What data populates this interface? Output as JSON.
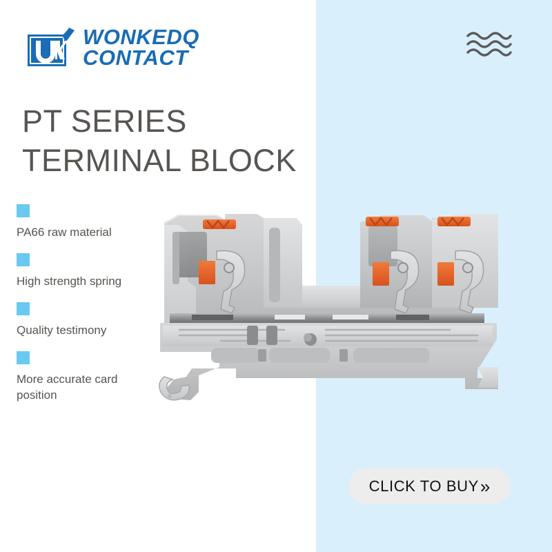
{
  "brand": {
    "logo_mark_icon": "uk-shield-icon",
    "logo_line1": "WONKEDQ",
    "logo_line2": "CONTACT",
    "logo_color": "#1a6cb5"
  },
  "decor": {
    "wave_icon": "wave-lines-icon",
    "wave_color": "#5b5b5b",
    "background_left_color": "#ffffff",
    "background_right_color": "#daeffc"
  },
  "headline": {
    "line1": "PT SERIES",
    "line2": "TERMINAL BLOCK",
    "color": "#575451"
  },
  "features": {
    "bullet_color": "#6ac9f0",
    "items": [
      {
        "text": "PA66 raw material"
      },
      {
        "text": "High strength spring"
      },
      {
        "text": "Quality testimony"
      },
      {
        "text": "More accurate card position"
      }
    ]
  },
  "product": {
    "alt": "PT series push-in spring terminal block, gray housing with orange actuators",
    "body_color": "#c9cacb",
    "accent_color": "#e8622a"
  },
  "cta": {
    "label": "CLICK TO BUY",
    "chevrons": "»",
    "background_color": "#ededed",
    "text_color": "#111111"
  }
}
